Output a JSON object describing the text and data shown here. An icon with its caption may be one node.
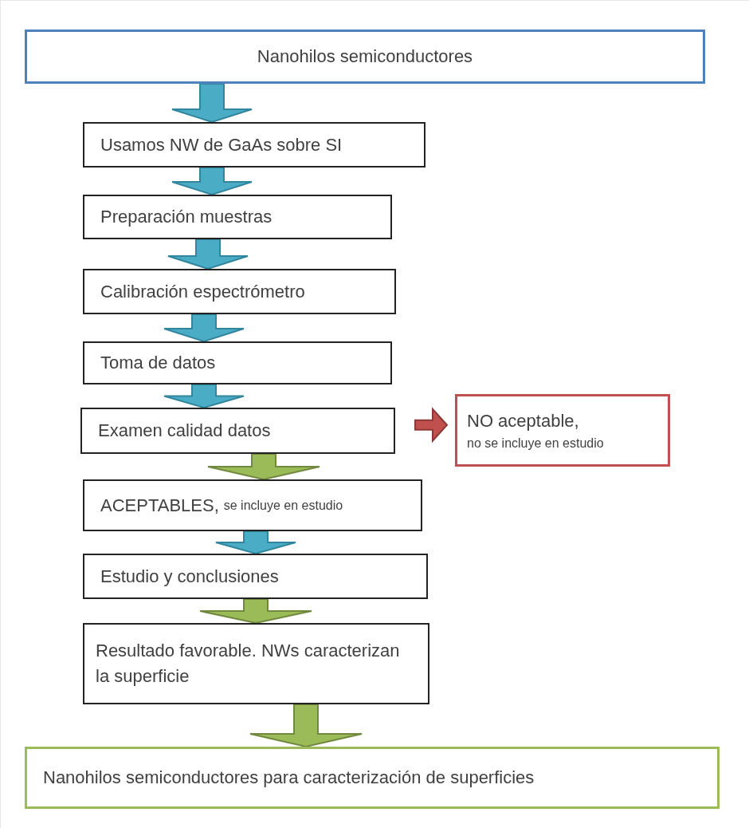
{
  "diagram": {
    "nodes": [
      {
        "text": [
          "Nanohilos semiconductores"
        ]
      },
      {
        "text": [
          "Usamos NW de GaAs sobre SI"
        ]
      },
      {
        "text": [
          "Preparación muestras"
        ]
      },
      {
        "text": [
          "Calibración espectrómetro"
        ]
      },
      {
        "text": [
          "Toma de datos"
        ]
      },
      {
        "text": [
          "Examen calidad datos"
        ]
      },
      {
        "text": [
          "NO aceptable,",
          "no se incluye en estudio"
        ]
      },
      {
        "text": [
          "ACEPTABLES,",
          "se incluye en estudio"
        ]
      },
      {
        "text": [
          "Estudio y conclusiones"
        ]
      },
      {
        "text": [
          "Resultado favorable. NWs caracterizan la superficie"
        ]
      },
      {
        "text": [
          "Nanohilos semiconductores para caracterización de superficies"
        ]
      }
    ],
    "edges": [
      {
        "from": 0,
        "to": 1,
        "arrow": "to"
      },
      {
        "from": 1,
        "to": 2,
        "arrow": "to"
      },
      {
        "from": 2,
        "to": 3,
        "arrow": "to"
      },
      {
        "from": 3,
        "to": 4,
        "arrow": "to"
      },
      {
        "from": 4,
        "to": 5,
        "arrow": "to"
      },
      {
        "from": 5,
        "to": 6,
        "arrow": "to",
        "color": "#c0504d"
      },
      {
        "from": 5,
        "to": 7,
        "arrow": "to",
        "color": "#9bbb59"
      },
      {
        "from": 7,
        "to": 8,
        "arrow": "to"
      },
      {
        "from": 8,
        "to": 9,
        "arrow": "to",
        "color": "#9bbb59"
      },
      {
        "from": 9,
        "to": 10,
        "arrow": "to",
        "color": "#9bbb59"
      }
    ]
  }
}
